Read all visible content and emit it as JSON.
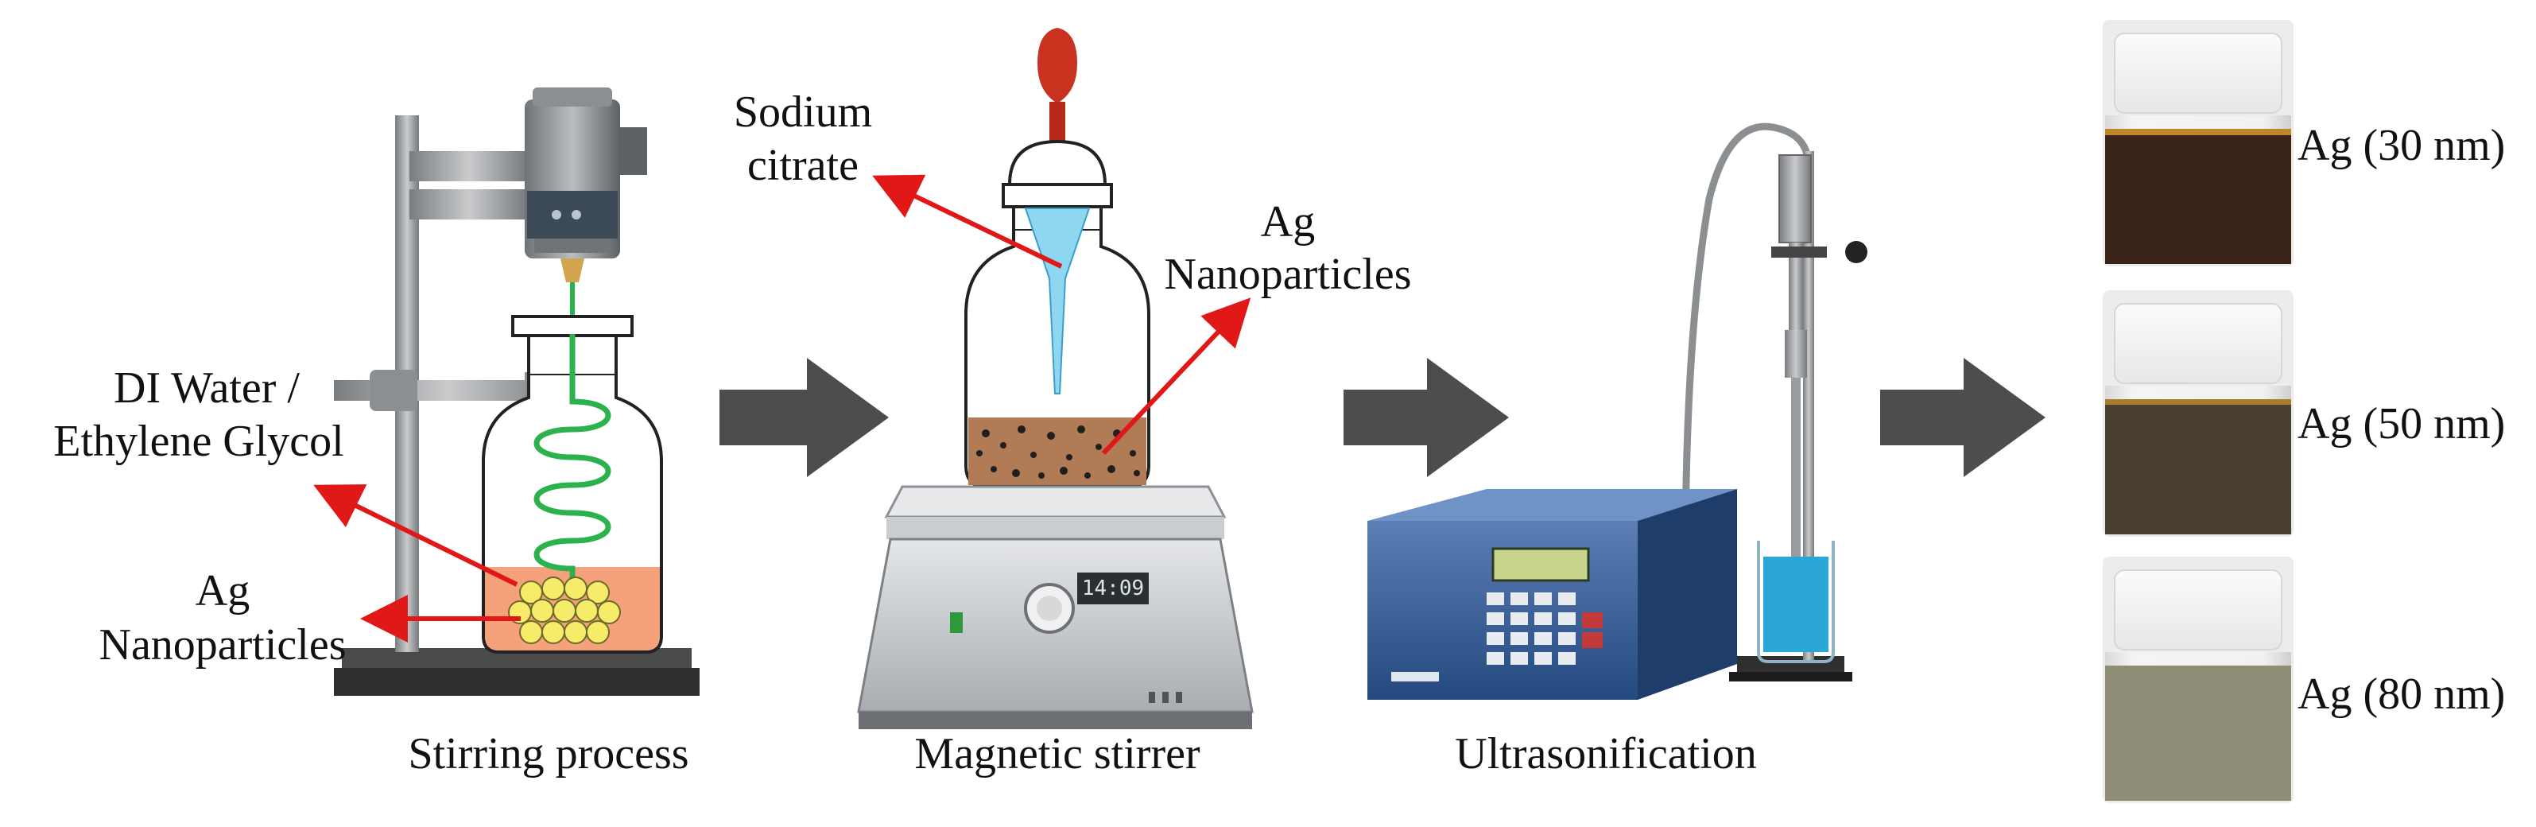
{
  "stages": {
    "stirring": {
      "caption": "Stirring process",
      "label_solvent_line1": "DI Water /",
      "label_solvent_line2": "Ethylene Glycol",
      "label_np_line1": "Ag",
      "label_np_line2": "Nanoparticles"
    },
    "magnetic": {
      "caption": "Magnetic stirrer",
      "label_citrate_line1": "Sodium",
      "label_citrate_line2": "citrate",
      "label_np_line1": "Ag",
      "label_np_line2": "Nanoparticles",
      "display_value": "14:09"
    },
    "ultrasonic": {
      "caption": "Ultrasonification"
    },
    "samples": [
      {
        "label": "Ag (30 nm)",
        "color": "#3a2418"
      },
      {
        "label": "Ag (50 nm)",
        "color": "#4a3f33"
      },
      {
        "label": "Ag (80 nm)",
        "color": "#8f8d76"
      }
    ]
  },
  "colors": {
    "arrow": "#4d4d4d",
    "annotation_arrow": "#e01818",
    "coil": "#2bb24c",
    "liquid_stirring": "#f4a17c",
    "liquid_ultrasonic": "#2aa6d8"
  }
}
